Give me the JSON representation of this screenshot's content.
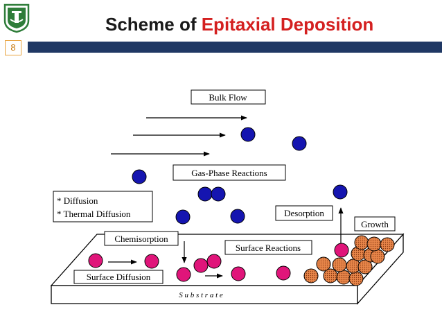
{
  "slide": {
    "title_prefix": "Scheme of ",
    "title_highlight": "Epitaxial Deposition",
    "page_number": "8"
  },
  "diagram": {
    "labels": {
      "bulk_flow": "Bulk Flow",
      "gas_phase": "Gas-Phase Reactions",
      "diffusion": "* Diffusion",
      "thermal_diffusion": "* Thermal Diffusion",
      "desorption": "Desorption",
      "growth": "Growth",
      "chemisorption": "Chemisorption",
      "surface_reactions": "Surface Reactions",
      "surface_diffusion": "Surface Diffusion",
      "substrate": "S u b s t r a t e"
    },
    "colors": {
      "gas_molecule": "#1515b0",
      "adatom": "#e0157a",
      "crystal": "#e8864a",
      "bar": "#1f3864",
      "title_highlight": "#d42020"
    }
  }
}
